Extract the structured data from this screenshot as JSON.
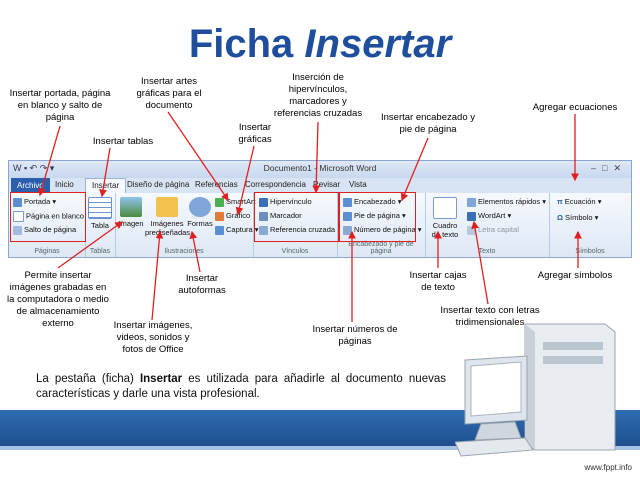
{
  "title": {
    "prefix": "Ficha",
    "emph": "Insertar"
  },
  "window": {
    "title": "Documento1 - Microsoft Word",
    "tabs": [
      "Archivo",
      "Inicio",
      "Insertar",
      "Diseño de página",
      "Referencias",
      "Correspondencia",
      "Revisar",
      "Vista"
    ],
    "active_tab": "Insertar"
  },
  "groups": {
    "paginas": {
      "label": "Páginas",
      "items": [
        "Portada",
        "Página en blanco",
        "Salto de página"
      ]
    },
    "tablas": {
      "label": "Tablas",
      "items": [
        "Tabla"
      ]
    },
    "ilustraciones": {
      "label": "Ilustraciones",
      "items": [
        "Imagen",
        "Imágenes prediseñadas",
        "Formas",
        "SmartArt",
        "Gráfico",
        "Captura"
      ]
    },
    "vinculos": {
      "label": "Vínculos",
      "items": [
        "Hipervínculo",
        "Marcador",
        "Referencia cruzada"
      ]
    },
    "encabezado": {
      "label": "Encabezado y pie de página",
      "items": [
        "Encabezado",
        "Pie de página",
        "Número de página"
      ]
    },
    "texto": {
      "label": "Texto",
      "items": [
        "Cuadro de texto",
        "Elementos rápidos",
        "WordArt",
        "Letra capital"
      ]
    },
    "simbolos": {
      "label": "Símbolos",
      "items": [
        "Ecuación",
        "Símbolo"
      ]
    }
  },
  "annotations": {
    "portada": "Insertar portada, página en blanco y salto de página",
    "tablas": "Insertar tablas",
    "smartart": "Insertar artes gráficas para el documento",
    "graficas": "Insertar gráficas",
    "vinculos": "Inserción de hipervínculos, marcadores y referencias cruzadas",
    "encabezado": "Insertar encabezado y pie de página",
    "ecuaciones": "Agregar ecuaciones",
    "imagen": "Permite insertar imágenes grabadas en la computadora o medio de almacenamiento externo",
    "autoformas": "Insertar autoformas",
    "multimedia": "Insertar imágenes, videos, sonidos y fotos de Office",
    "numeros": "Insertar números de páginas",
    "cajas": "Insertar cajas de texto",
    "simbolos": "Agregar símbolos",
    "wordart": "Insertar texto con letras tridimensionales"
  },
  "description": {
    "pre": "La pestaña (ficha) ",
    "bold": "Insertar",
    "post": " es utilizada para añadirle al documento nuevas características y darle una vista profesional."
  },
  "credit": "www.fppt.info",
  "colors": {
    "title": "#1f4e9c",
    "arrow": "#e02020",
    "footer": "#2e6cb0"
  }
}
